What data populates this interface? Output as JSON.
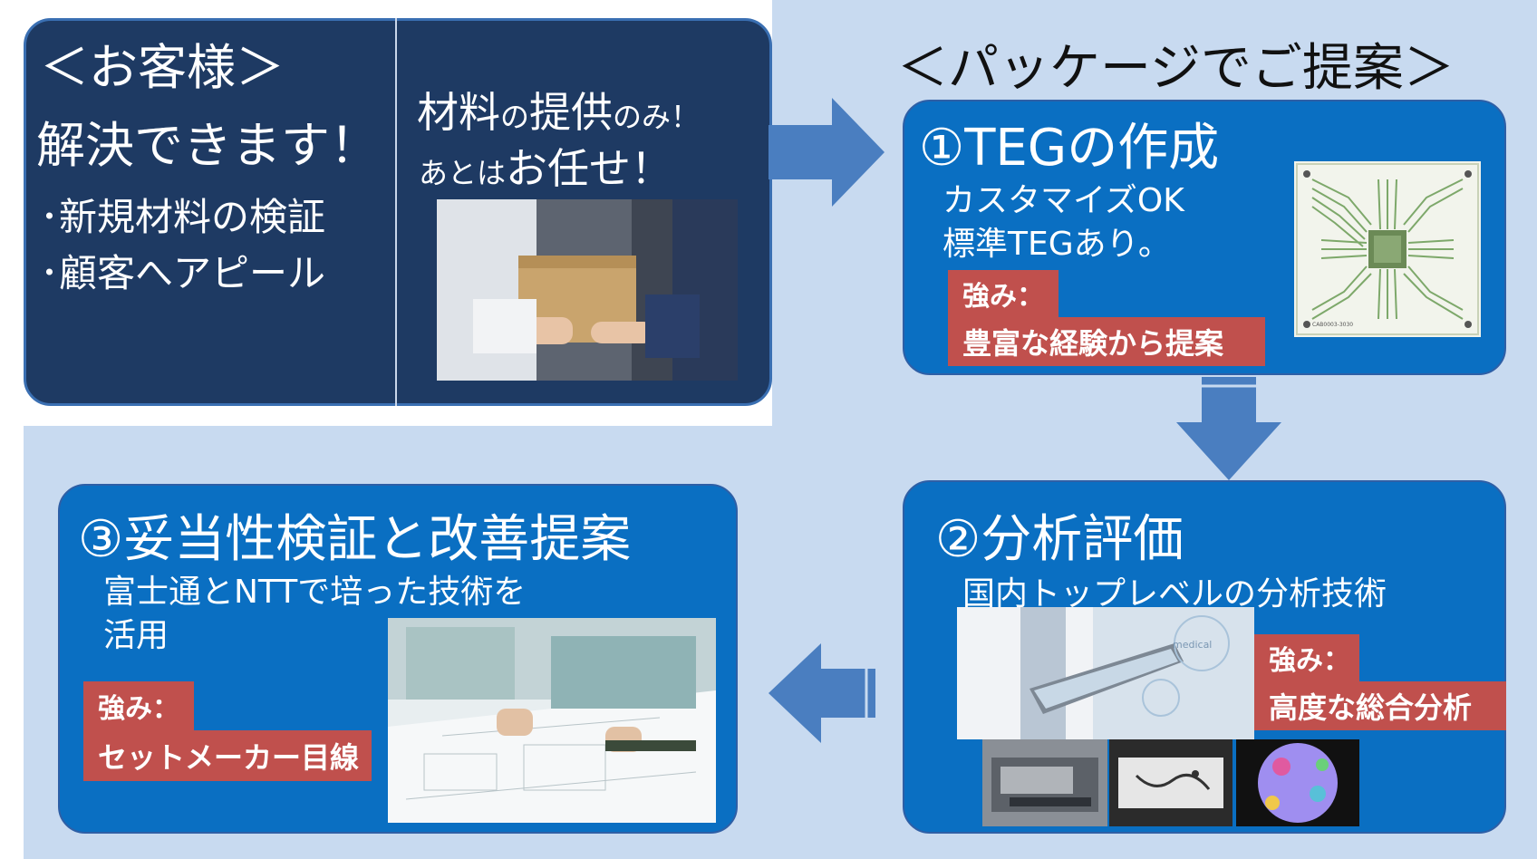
{
  "customer": {
    "title": "＜お客様＞",
    "headline": "解決できます！",
    "bullets": [
      "･新規材料の検証",
      "･顧客へアピール"
    ],
    "offer_line1_a": "材料",
    "offer_line1_b": "の",
    "offer_line1_c": "提供",
    "offer_line1_d": "のみ！",
    "offer_line2_a": "あとは",
    "offer_line2_b": "お任せ！"
  },
  "package": {
    "title": "＜パッケージでご提案＞"
  },
  "step1": {
    "title": "①TEGの作成",
    "line1": "カスタマイズOK",
    "line2": "標準TEGあり。",
    "strength_label": "強み：",
    "strength": "豊富な経験から提案",
    "board_label": "CAB0003-3030"
  },
  "step2": {
    "title": "②分析評価",
    "subtitle": "国内トップレベルの分析技術",
    "strength_label": "強み：",
    "strength": "高度な総合分析",
    "tablet_text": "medical"
  },
  "step3": {
    "title": "③妥当性検証と改善提案",
    "line1": "富士通とNTTで培った技術を",
    "line2": "活用",
    "strength_label": "強み：",
    "strength": "セットメーカー目線"
  },
  "colors": {
    "navy": "#1e3a63",
    "blue": "#0a6fc2",
    "panel": "#c8daf0",
    "arrow": "#4a7ec0",
    "tag": "#c0504d"
  }
}
